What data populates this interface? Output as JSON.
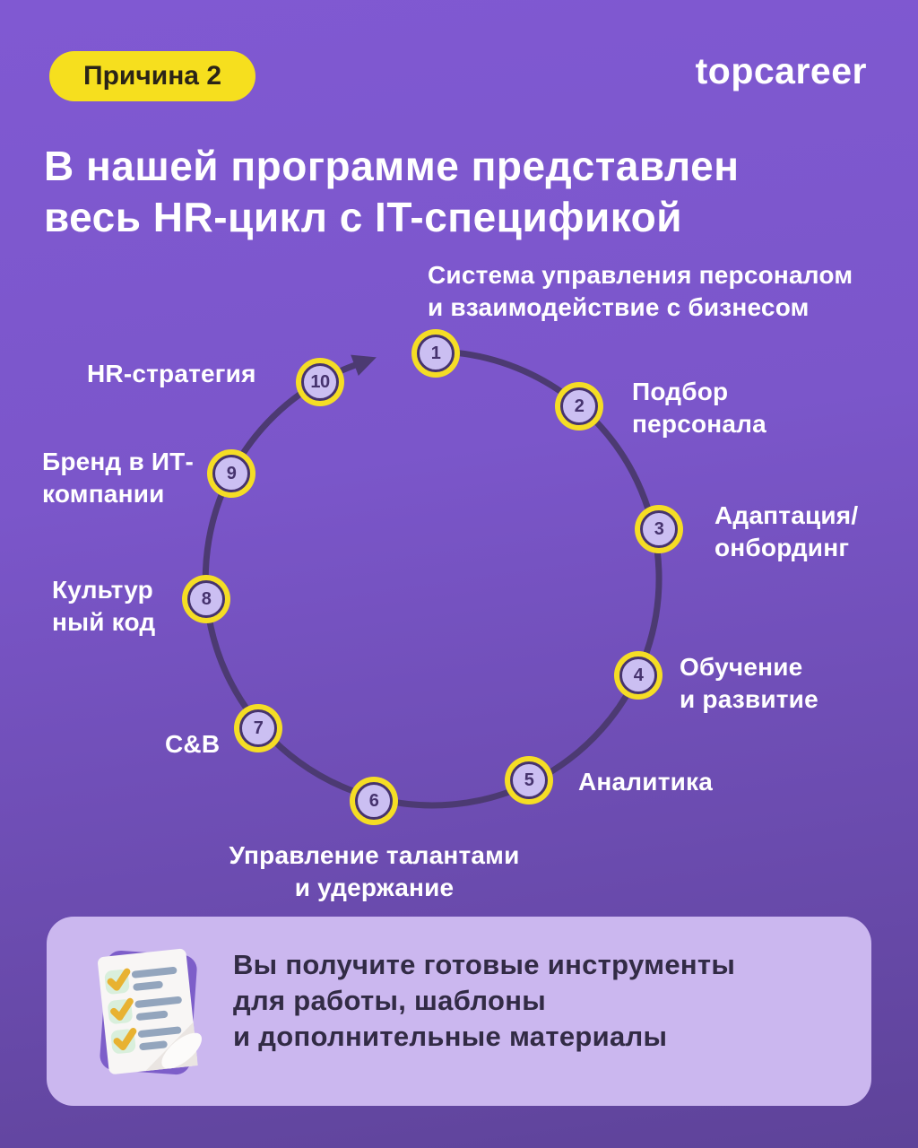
{
  "badge": {
    "label": "Причина 2"
  },
  "logo": {
    "text": "topcareer"
  },
  "heading": {
    "text": "В нашей программе представлен\nвесь HR-цикл с IT-спецификой"
  },
  "cycle": {
    "nodes": [
      {
        "number": "1",
        "label": "Система управления персоналом\nи взаимодействие с бизнесом"
      },
      {
        "number": "2",
        "label": "Подбор\nперсонала"
      },
      {
        "number": "3",
        "label": "Адаптация/\nонбординг"
      },
      {
        "number": "4",
        "label": "Обучение\nи развитие"
      },
      {
        "number": "5",
        "label": "Аналитика"
      },
      {
        "number": "6",
        "label": "Управление талантами\nи удержание"
      },
      {
        "number": "7",
        "label": "C&B"
      },
      {
        "number": "8",
        "label": "Культур\nный код"
      },
      {
        "number": "9",
        "label": "Бренд в ИТ-\nкомпании"
      },
      {
        "number": "10",
        "label": "HR-стратегия"
      }
    ]
  },
  "footer_card": {
    "icon": "checklist-icon",
    "text": "Вы получите готовые инструменты\nдля работы, шаблоны\nи дополнительные материалы"
  },
  "colors": {
    "background_top": "#7e59ce",
    "background_bottom": "#5d4299",
    "accent_yellow": "#f5dd25",
    "node_fill": "#cbbff2",
    "ring_dark": "#46336e",
    "arc_stroke": "#4c3a72",
    "card_bg": "#cbb7ef",
    "card_text": "#322b45"
  }
}
